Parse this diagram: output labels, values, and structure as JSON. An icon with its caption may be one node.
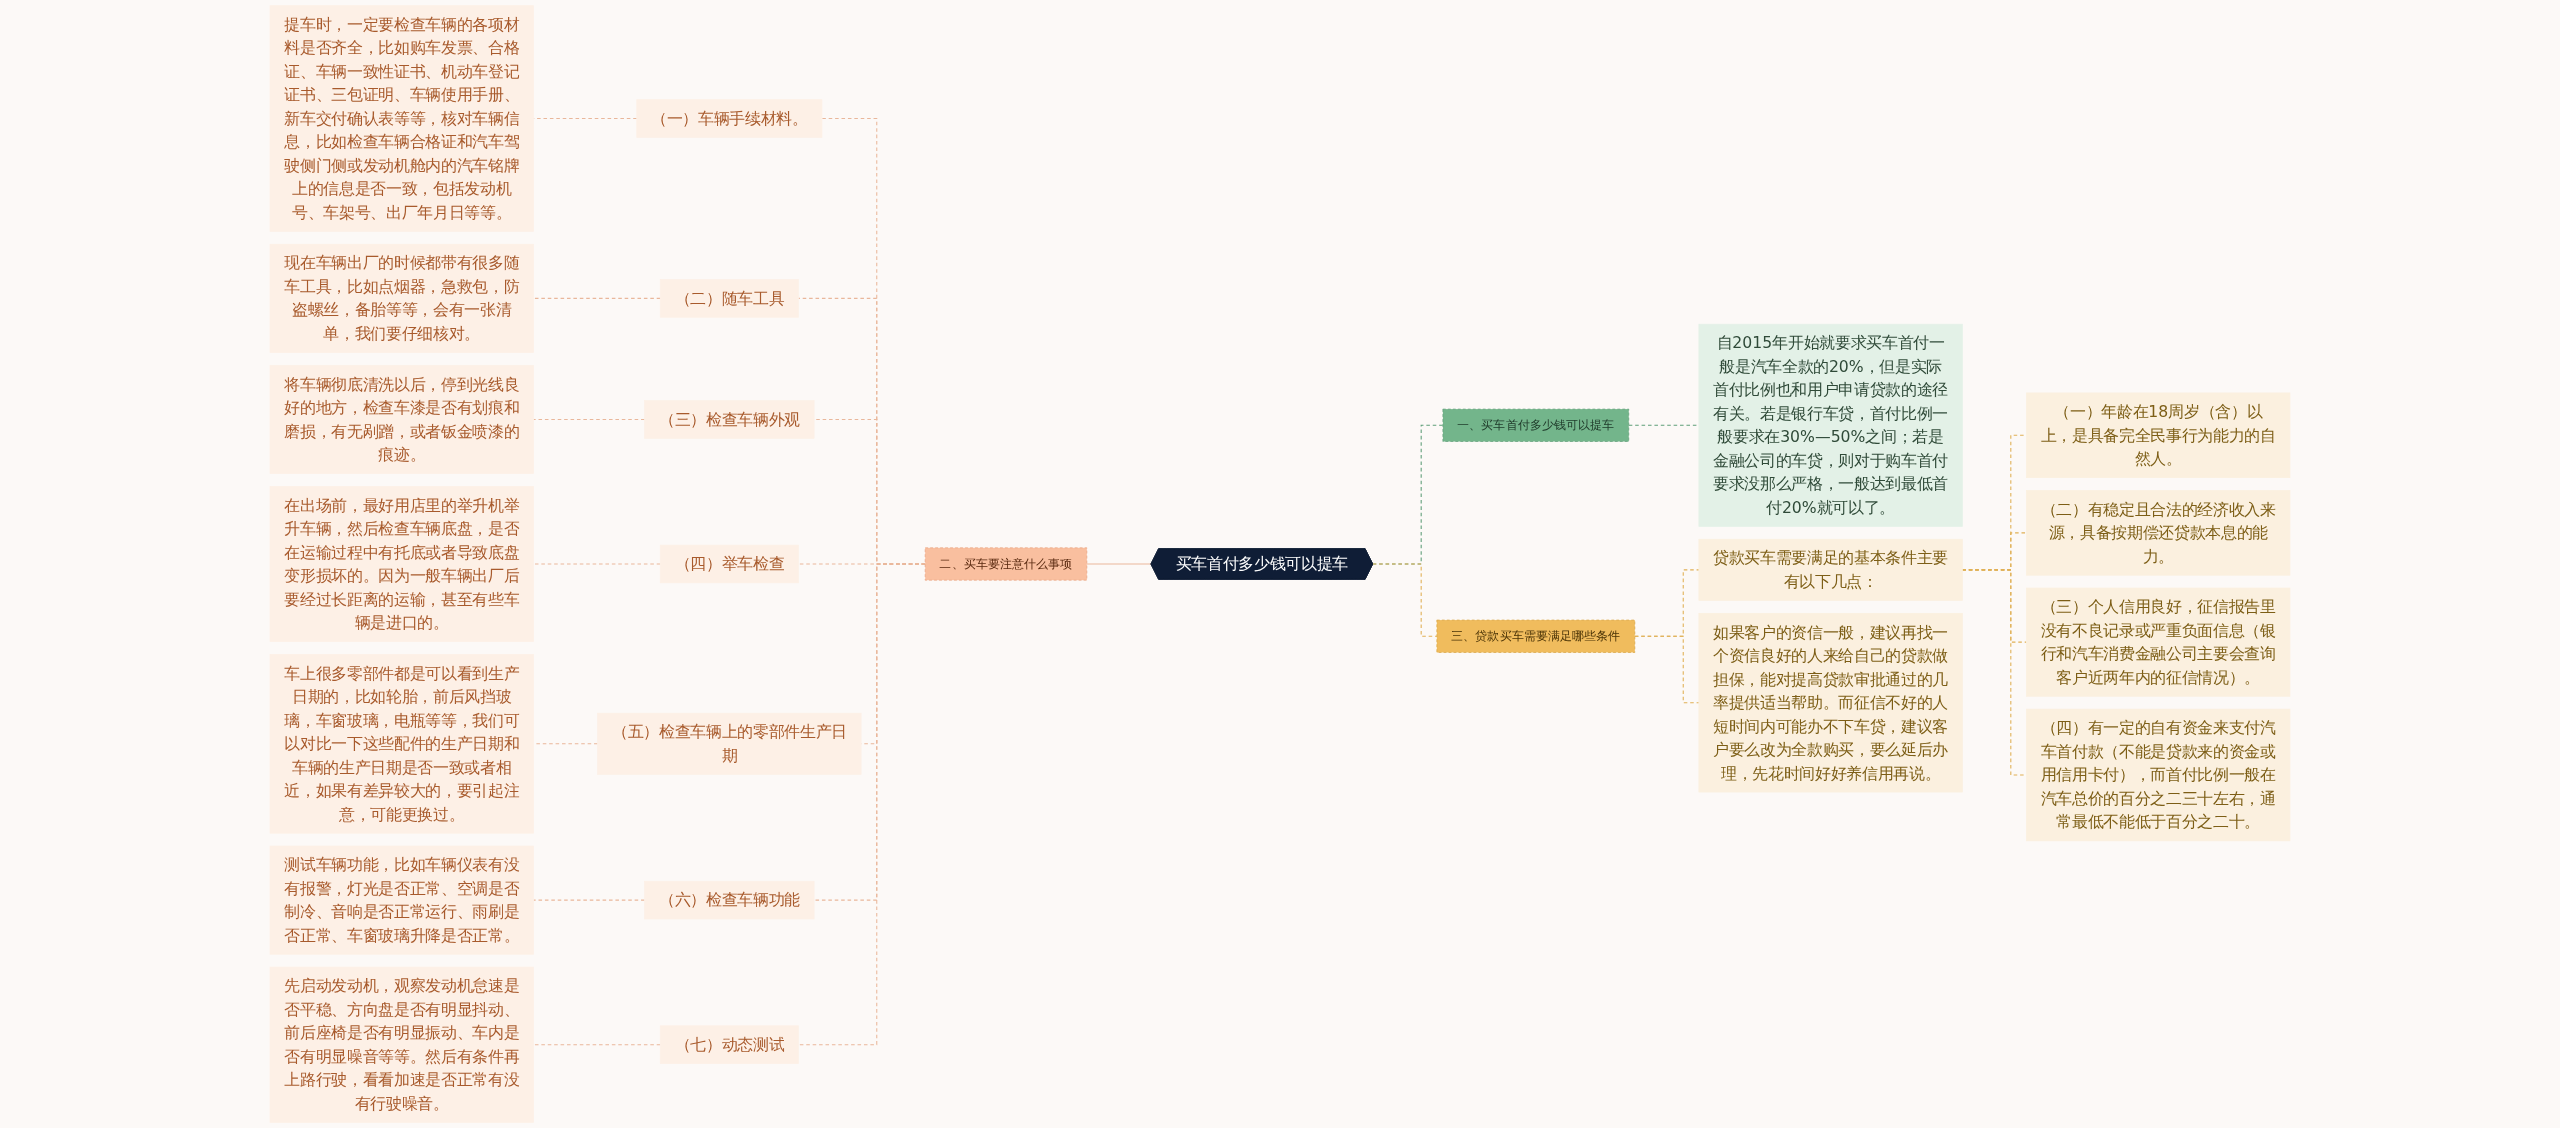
{
  "diagram": {
    "nodes": [
      {
        "text": [
          "买车首付多少钱可以提车"
        ]
      },
      {
        "text": [
          "一、买车首付多少钱可以提车"
        ]
      },
      {
        "text": [
          "自2015年开始就要求买车首付一般是汽车全款的20%，但是实际首付比例也和用户申请贷款的途径有关。若是银行车贷，首付比例一般要求在30%—50%之间；若是金融公司的车贷，则对于购车首付要求没那么严格，一般达到最低首付20%就可以了。"
        ]
      },
      {
        "text": [
          "二、买车要注意什么事项"
        ]
      },
      {
        "text": [
          "（一）车辆手续材料。"
        ]
      },
      {
        "text": [
          "提车时，一定要检查车辆的各项材料是否齐全，比如购车发票、合格证、车辆一致性证书、机动车登记证书、三包证明、车辆使用手册、新车交付确认表等等，核对车辆信息，比如检查车辆合格证和汽车驾驶侧门侧或发动机舱内的汽车铭牌上的信息是否一致，包括发动机号、车架号、出厂年月日等等。"
        ]
      },
      {
        "text": [
          "（二）随车工具"
        ]
      },
      {
        "text": [
          "现在车辆出厂的时候都带有很多随车工具，比如点烟器，急救包，防盗螺丝，备胎等等，会有一张清单，我们要仔细核对。"
        ]
      },
      {
        "text": [
          "（三）检查车辆外观"
        ]
      },
      {
        "text": [
          "将车辆彻底清洗以后，停到光线良好的地方，检查车漆是否有划痕和磨损，有无剐蹭，或者钣金喷漆的痕迹。"
        ]
      },
      {
        "text": [
          "（四）举车检查"
        ]
      },
      {
        "text": [
          "在出场前，最好用店里的举升机举升车辆，然后检查车辆底盘，是否在运输过程中有托底或者导致底盘变形损坏的。因为一般车辆出厂后要经过长距离的运输，甚至有些车辆是进口的。"
        ]
      },
      {
        "text": [
          "（五）检查车辆上的零部件生产日期"
        ]
      },
      {
        "text": [
          "车上很多零部件都是可以看到生产日期的，比如轮胎，前后风挡玻璃，车窗玻璃，电瓶等等，我们可以对比一下这些配件的生产日期和车辆的生产日期是否一致或者相近，如果有差异较大的，要引起注意，可能更换过。"
        ]
      },
      {
        "text": [
          "（六）检查车辆功能"
        ]
      },
      {
        "text": [
          "测试车辆功能，比如车辆仪表有没有报警，灯光是否正常、空调是否制冷、音响是否正常运行、雨刷是否正常、车窗玻璃升降是否正常。"
        ]
      },
      {
        "text": [
          "（七）动态测试"
        ]
      },
      {
        "text": [
          "先启动发动机，观察发动机怠速是否平稳、方向盘是否有明显抖动、前后座椅是否有明显振动、车内是否有明显噪音等等。然后有条件再上路行驶，看看加速是否正常有没有行驶噪音。"
        ]
      },
      {
        "text": [
          "三、贷款买车需要满足哪些条件"
        ]
      },
      {
        "text": [
          "贷款买车需要满足的基本条件主要有以下几点："
        ]
      },
      {
        "text": [
          "（一）年龄在18周岁（含）以上，是具备完全民事行为能力的自然人。"
        ]
      },
      {
        "text": [
          "（二）有稳定且合法的经济收入来源，具备按期偿还贷款本息的能力。"
        ]
      },
      {
        "text": [
          "（三）个人信用良好，征信报告里没有不良记录或严重负面信息（银行和汽车消费金融公司主要会查询客户近两年内的征信情况）。"
        ]
      },
      {
        "text": [
          "（四）有一定的自有资金来支付汽车首付款（不能是贷款来的资金或用信用卡付），而首付比例一般在汽车总价的百分之二三十左右，通常最低不能低于百分之二十。"
        ]
      },
      {
        "text": [
          "如果客户的资信一般，建议再找一个资信良好的人来给自己的贷款做担保，能对提高贷款审批通过的几率提供适当帮助。而征信不好的人短时间内可能办不下车贷，建议客户要么改为全款购买，要么延后办理，先花时间好好养信用再说。"
        ]
      }
    ],
    "edges": [
      {
        "from": 0,
        "to": 1,
        "arrow": "none",
        "style": "dashed",
        "color": "#5e9e78"
      },
      {
        "from": 1,
        "to": 2,
        "arrow": "none",
        "style": "dashed",
        "color": "#5e9e78"
      },
      {
        "from": 0,
        "to": 3,
        "arrow": "none"
      },
      {
        "from": 3,
        "to": 4,
        "arrow": "none",
        "style": "dashed"
      },
      {
        "from": 4,
        "to": 5,
        "arrow": "none",
        "style": "dashed"
      },
      {
        "from": 3,
        "to": 6,
        "arrow": "none",
        "style": "dashed"
      },
      {
        "from": 6,
        "to": 7,
        "arrow": "none",
        "style": "dashed"
      },
      {
        "from": 3,
        "to": 8,
        "arrow": "none",
        "style": "dashed"
      },
      {
        "from": 8,
        "to": 9,
        "arrow": "none",
        "style": "dashed"
      },
      {
        "from": 3,
        "to": 10,
        "arrow": "none",
        "style": "dashed"
      },
      {
        "from": 10,
        "to": 11,
        "arrow": "none",
        "style": "dashed"
      },
      {
        "from": 3,
        "to": 12,
        "arrow": "none",
        "style": "dashed"
      },
      {
        "from": 12,
        "to": 13,
        "arrow": "none",
        "style": "dashed"
      },
      {
        "from": 3,
        "to": 14,
        "arrow": "none",
        "style": "dashed"
      },
      {
        "from": 14,
        "to": 15,
        "arrow": "none",
        "style": "dashed"
      },
      {
        "from": 3,
        "to": 16,
        "arrow": "none",
        "style": "dashed"
      },
      {
        "from": 16,
        "to": 17,
        "arrow": "none",
        "style": "dashed"
      },
      {
        "from": 0,
        "to": 18,
        "arrow": "none",
        "style": "dashed",
        "color": "#e0b055"
      },
      {
        "from": 18,
        "to": 19,
        "arrow": "none",
        "style": "dashed",
        "color": "#e0b055"
      },
      {
        "from": 19,
        "to": 20,
        "arrow": "none",
        "style": "dashed",
        "color": "#e0b055"
      },
      {
        "from": 19,
        "to": 21,
        "arrow": "none",
        "style": "dashed",
        "color": "#e0b055"
      },
      {
        "from": 19,
        "to": 22,
        "arrow": "none",
        "style": "dashed",
        "color": "#e0b055"
      },
      {
        "from": 19,
        "to": 23,
        "arrow": "none",
        "style": "dashed",
        "color": "#e0b055"
      },
      {
        "from": 18,
        "to": 24,
        "arrow": "none",
        "style": "dashed",
        "color": "#e0b055"
      }
    ]
  }
}
